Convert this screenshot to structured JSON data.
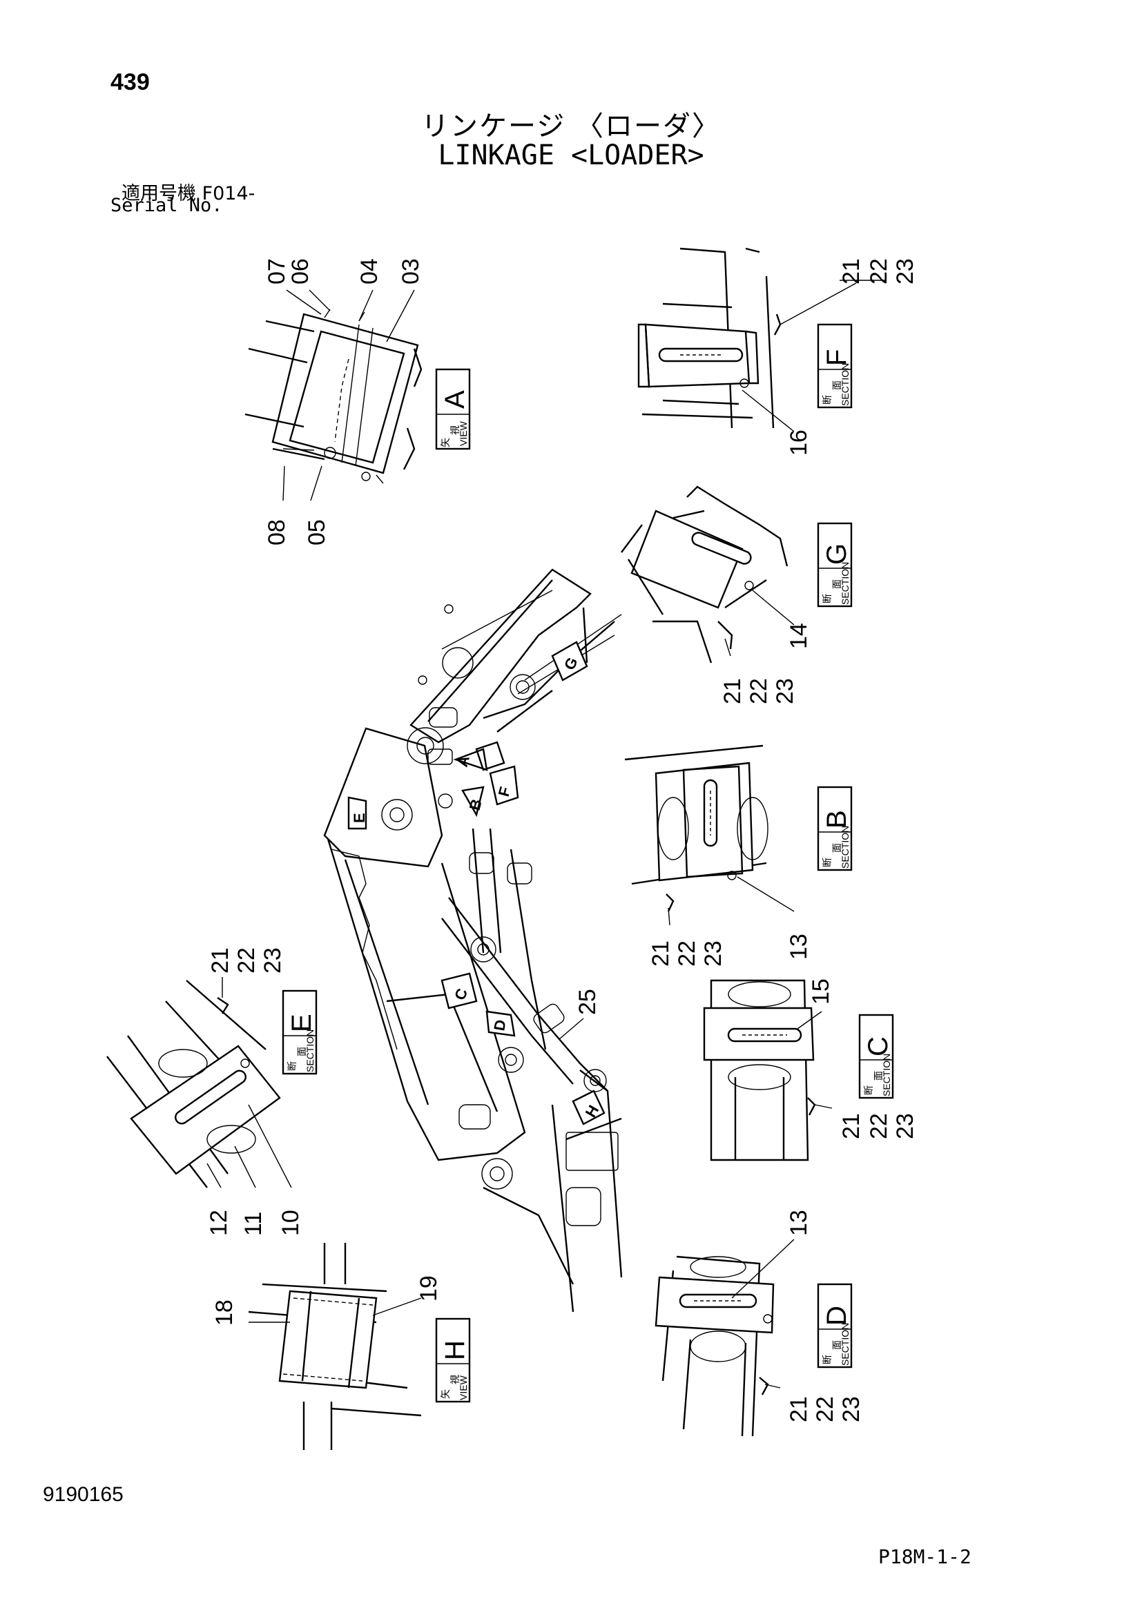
{
  "header": {
    "page_number": "439",
    "title_jp": "リンケージ 〈ローダ〉",
    "title_en": "LINKAGE <LOADER>",
    "serial_label_jp": "適用号機  F014-",
    "serial_label_en": "Serial No."
  },
  "footer": {
    "doc_code": "9190165",
    "page_code": "P18M-1-2"
  },
  "callouts": {
    "view_a": [
      "07",
      "06",
      "04",
      "03",
      "08",
      "05"
    ],
    "section_f": [
      "21",
      "22",
      "23",
      "16"
    ],
    "section_g": [
      "14",
      "21",
      "22",
      "23"
    ],
    "section_b": [
      "21",
      "22",
      "23",
      "13"
    ],
    "section_e": [
      "21",
      "22",
      "23",
      "12",
      "11",
      "10"
    ],
    "section_c": [
      "15",
      "21",
      "22",
      "23"
    ],
    "view_h": [
      "18",
      "19"
    ],
    "section_d": [
      "13",
      "21",
      "22",
      "23"
    ],
    "main": [
      "25"
    ]
  },
  "view_labels": {
    "a": {
      "jp1": "矢",
      "jp2": "視",
      "en": "VIEW",
      "letter": "A"
    },
    "f": {
      "jp1": "断",
      "jp2": "面",
      "en": "SECTION",
      "letter": "F"
    },
    "g": {
      "jp1": "断",
      "jp2": "面",
      "en": "SECTION",
      "letter": "G"
    },
    "b": {
      "jp1": "断",
      "jp2": "面",
      "en": "SECTION",
      "letter": "B"
    },
    "e": {
      "jp1": "断",
      "jp2": "面",
      "en": "SECTION",
      "letter": "E"
    },
    "c": {
      "jp1": "断",
      "jp2": "面",
      "en": "SECTION",
      "letter": "C"
    },
    "h": {
      "jp1": "矢",
      "jp2": "視",
      "en": "VIEW",
      "letter": "H"
    },
    "d": {
      "jp1": "断",
      "jp2": "面",
      "en": "SECTION",
      "letter": "D"
    }
  },
  "arrow_tags": [
    "A",
    "B",
    "F",
    "E",
    "G",
    "C",
    "D",
    "H"
  ]
}
